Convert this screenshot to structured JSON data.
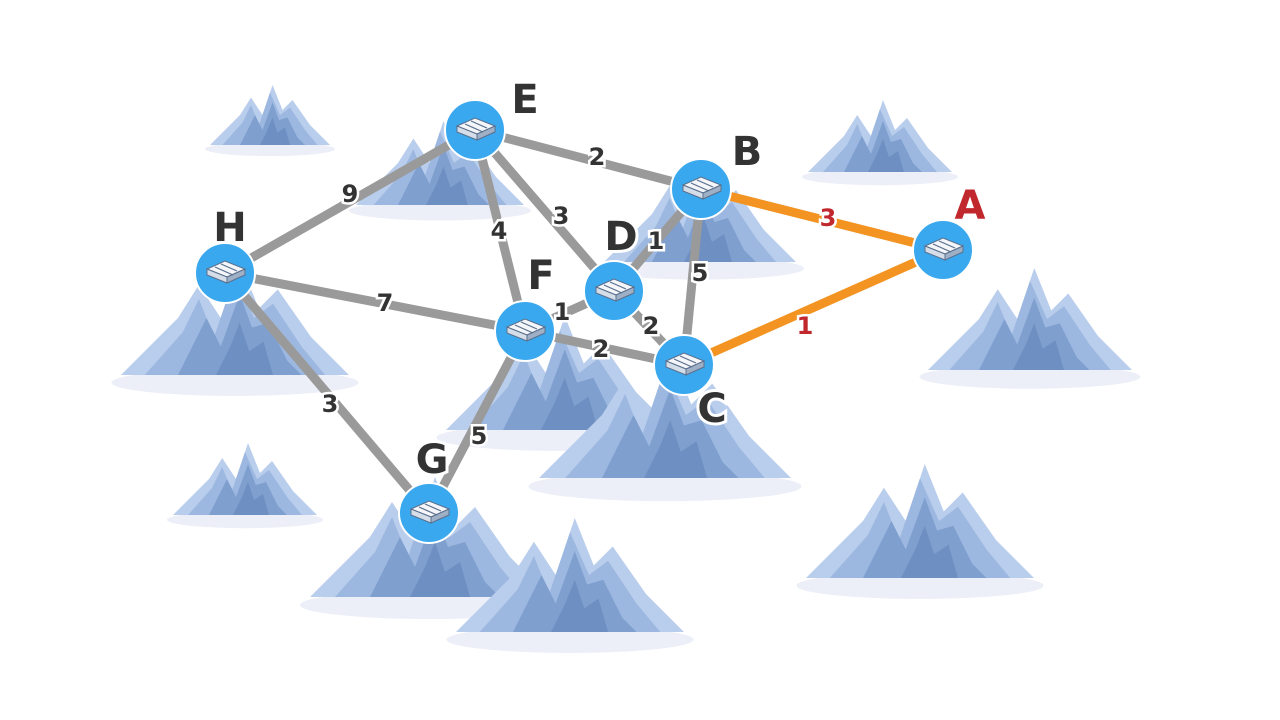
{
  "colors": {
    "edge": "#9a9a9a",
    "highlight_edge": "#f39321",
    "node_fill": "#3aa8ee",
    "node_stroke": "#ffffff",
    "label_text": "#333333",
    "highlight_text": "#c0282d",
    "mountain_dark": "#7f9fcf",
    "mountain_light": "#b8cdea",
    "mountain_shadow": "#e6e9f6"
  },
  "nodes": [
    {
      "id": "E",
      "label": "E",
      "highlight": false
    },
    {
      "id": "B",
      "label": "B",
      "highlight": false
    },
    {
      "id": "A",
      "label": "A",
      "highlight": true
    },
    {
      "id": "H",
      "label": "H",
      "highlight": false
    },
    {
      "id": "D",
      "label": "D",
      "highlight": false
    },
    {
      "id": "F",
      "label": "F",
      "highlight": false
    },
    {
      "id": "C",
      "label": "C",
      "highlight": false
    },
    {
      "id": "G",
      "label": "G",
      "highlight": false
    }
  ],
  "edges": [
    {
      "from": "E",
      "to": "B",
      "weight": "2",
      "highlight": false
    },
    {
      "from": "E",
      "to": "H",
      "weight": "9",
      "highlight": false
    },
    {
      "from": "E",
      "to": "D",
      "weight": "3",
      "highlight": false
    },
    {
      "from": "E",
      "to": "F",
      "weight": "4",
      "highlight": false
    },
    {
      "from": "B",
      "to": "A",
      "weight": "3",
      "highlight": true
    },
    {
      "from": "B",
      "to": "D",
      "weight": "1",
      "highlight": false
    },
    {
      "from": "B",
      "to": "C",
      "weight": "5",
      "highlight": false
    },
    {
      "from": "A",
      "to": "C",
      "weight": "1",
      "highlight": true
    },
    {
      "from": "H",
      "to": "F",
      "weight": "7",
      "highlight": false
    },
    {
      "from": "H",
      "to": "G",
      "weight": "3",
      "highlight": false
    },
    {
      "from": "F",
      "to": "D",
      "weight": "1",
      "highlight": false
    },
    {
      "from": "D",
      "to": "C",
      "weight": "2",
      "highlight": false
    },
    {
      "from": "F",
      "to": "C",
      "weight": "2",
      "highlight": false
    },
    {
      "from": "F",
      "to": "G",
      "weight": "5",
      "highlight": false
    }
  ]
}
